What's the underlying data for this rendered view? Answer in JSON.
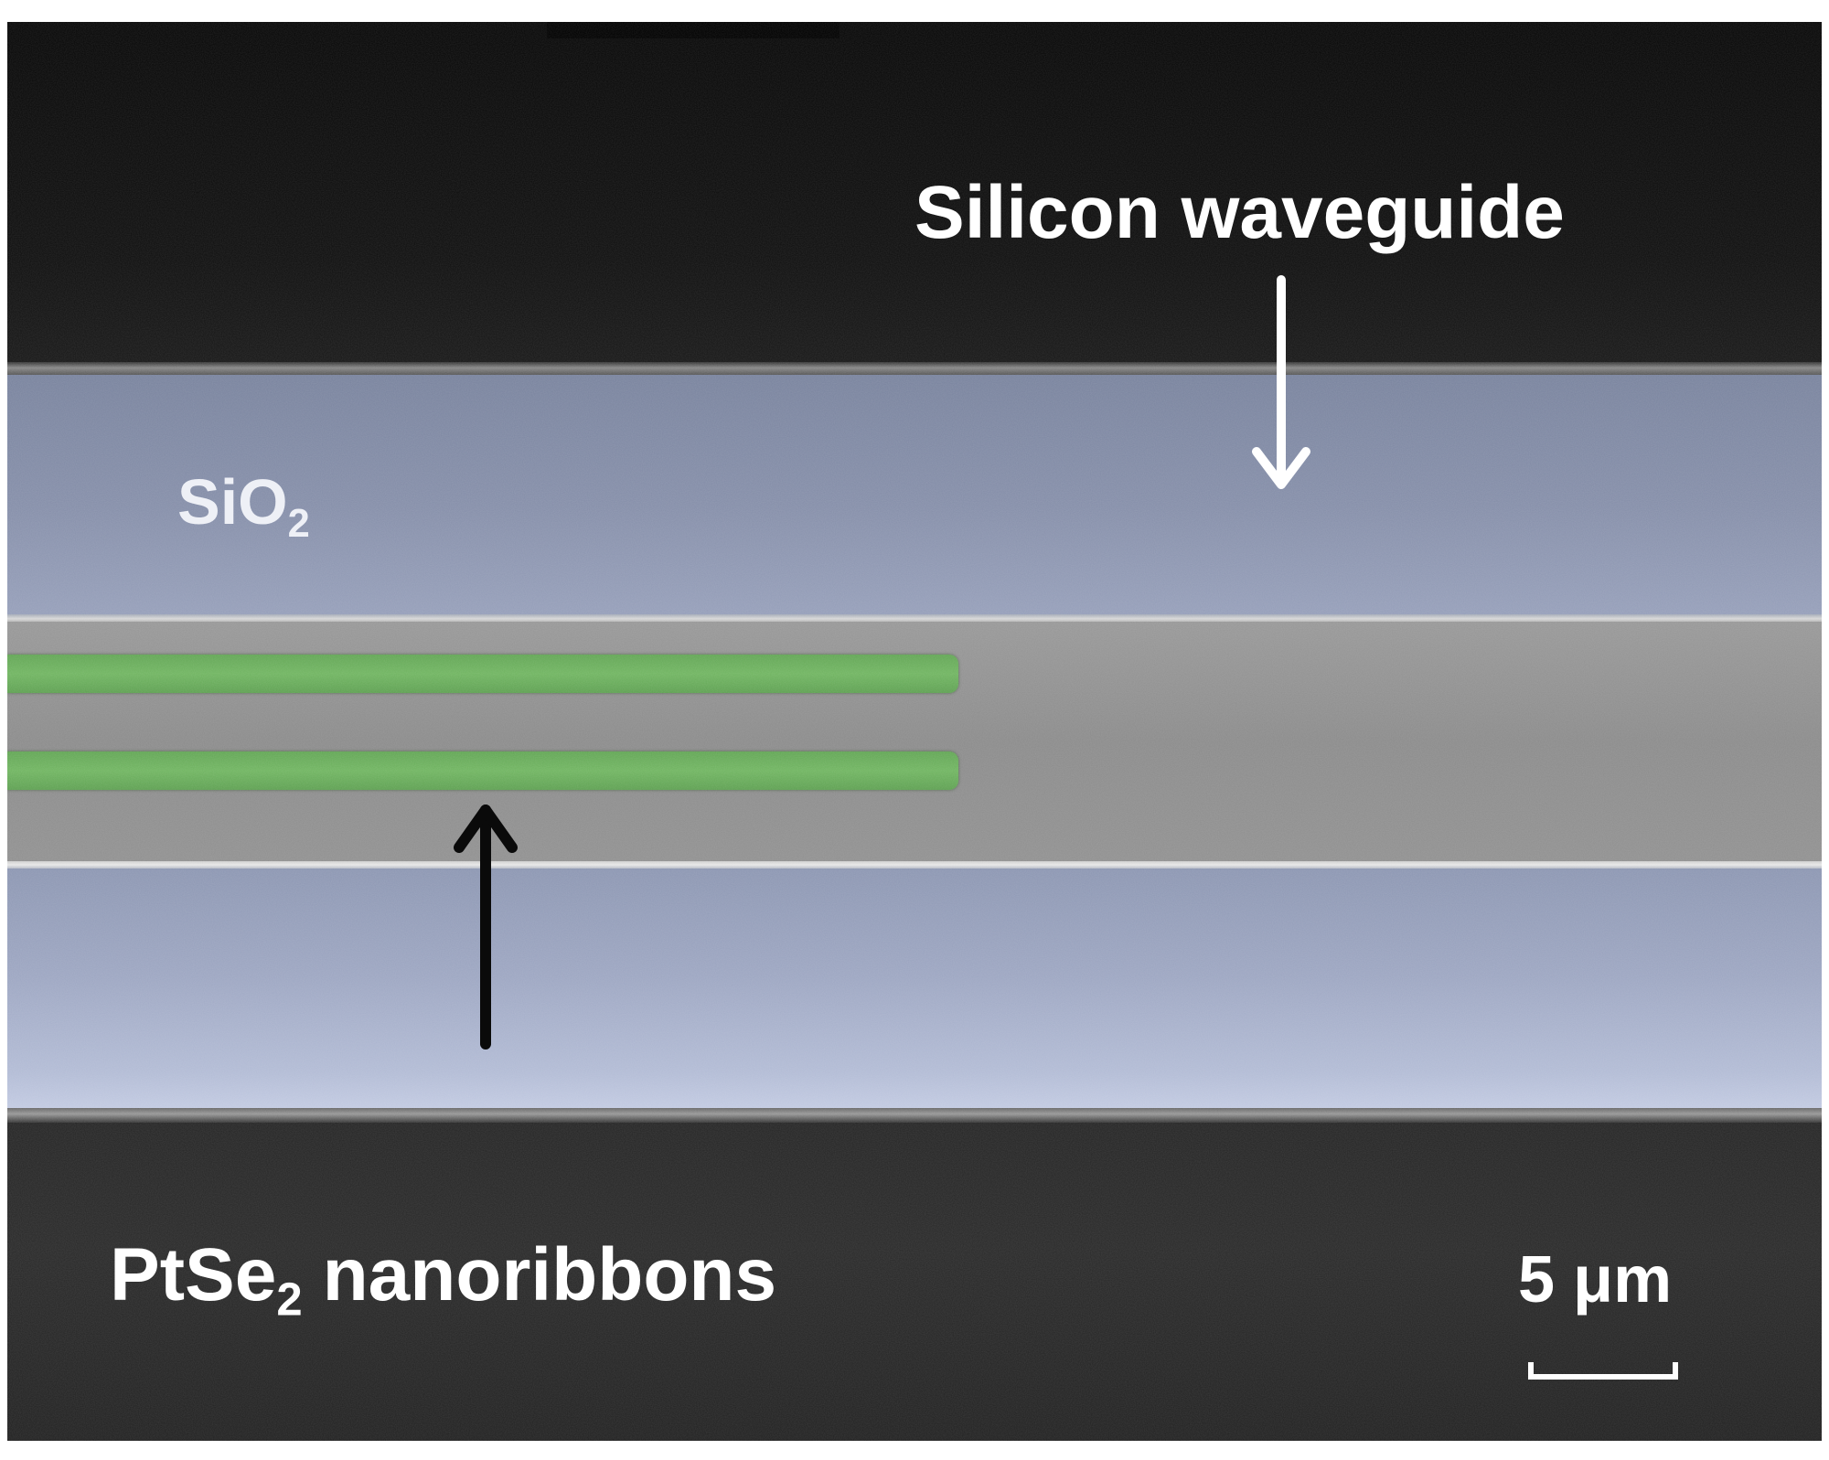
{
  "image": {
    "kind": "false-colored electron micrograph",
    "palette": {
      "substrate": "#141414",
      "sio2": "#8f99b4",
      "waveguide": "#939393",
      "nanoribbon": "#6daf5f",
      "label_text": "#ffffff",
      "pointer_white": "#ffffff",
      "pointer_black": "#0a0a0a"
    }
  },
  "labels": {
    "waveguide": "Silicon waveguide",
    "sio2_main": "SiO",
    "sio2_sub": "2",
    "ptse2_main": "PtSe",
    "ptse2_sub": "2",
    "ptse2_rest": "nanoribbons",
    "scale_text": "5 μm"
  },
  "scale_bar": {
    "value": 5,
    "unit": "μm"
  },
  "annotations": [
    {
      "points_to": "Silicon waveguide",
      "color": "white",
      "direction": "down"
    },
    {
      "points_to": "PtSe2 nanoribbons",
      "color": "black",
      "direction": "up"
    }
  ],
  "structures": {
    "nanoribbon_count": 2
  }
}
